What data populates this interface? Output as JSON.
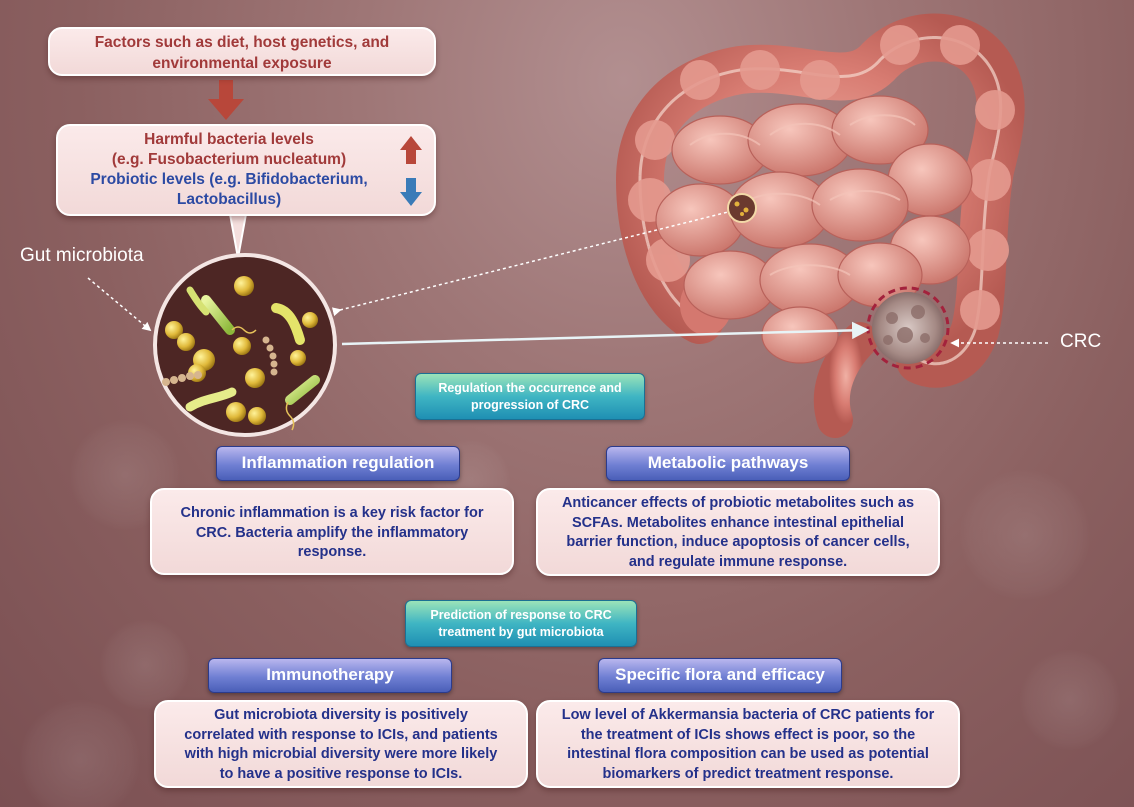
{
  "factors_box": {
    "line1": "Factors such as diet, host genetics, and",
    "line2": "environmental exposure"
  },
  "bacteria_levels_box": {
    "harmful_line1": "Harmful bacteria levels",
    "harmful_line2": "(e.g. Fusobacterium nucleatum)",
    "probiotic_line1": "Probiotic levels (e.g. Bifidobacterium,",
    "probiotic_line2": "Lactobacillus)"
  },
  "labels": {
    "gut_microbiota": "Gut microbiota",
    "crc": "CRC"
  },
  "regulation_header": {
    "line1": "Regulation the occurrence and",
    "line2": "progression of CRC"
  },
  "inflammation": {
    "title": "Inflammation regulation",
    "line1": "Chronic inflammation is a key risk factor for",
    "line2": "CRC. Bacteria amplify the inflammatory",
    "line3": "response."
  },
  "metabolic": {
    "title": "Metabolic pathways",
    "line1": "Anticancer effects of probiotic metabolites such as",
    "line2": "SCFAs. Metabolites enhance intestinal epithelial",
    "line3": "barrier function, induce apoptosis of cancer cells,",
    "line4": "and regulate immune response."
  },
  "prediction_header": {
    "line1": "Prediction of response to CRC",
    "line2": "treatment by gut microbiota"
  },
  "immunotherapy": {
    "title": "Immunotherapy",
    "line1": "Gut microbiota diversity is positively",
    "line2": "correlated with response to ICIs, and patients",
    "line3": "with high microbial diversity were more likely",
    "line4": "to have a positive response to ICIs."
  },
  "specific_flora": {
    "title": "Specific flora and efficacy",
    "line1": "Low level of Akkermansia bacteria of CRC patients for",
    "line2": "the treatment of ICIs shows effect is poor, so the",
    "line3": "intestinal flora composition can be used as potential",
    "line4": "biomarkers of predict treatment response."
  },
  "colors": {
    "background": "#8b6060",
    "title_text": "#24318a",
    "harmful": "#a13a3a",
    "probiotic": "#2c4aa3",
    "pill_blue": "#6f7fd3",
    "pill_teal": "#3fb5c3",
    "intestine": "#e08a80",
    "arrow_up": "#b8473a",
    "arrow_down": "#3a7bb8"
  },
  "icons": {
    "down_arrow": "down-arrow-icon",
    "up_arrow": "up-arrow-icon",
    "microbiota_circle": "bacteria-cluster-icon",
    "intestine": "intestine-illustration",
    "tumor": "tumor-icon"
  }
}
